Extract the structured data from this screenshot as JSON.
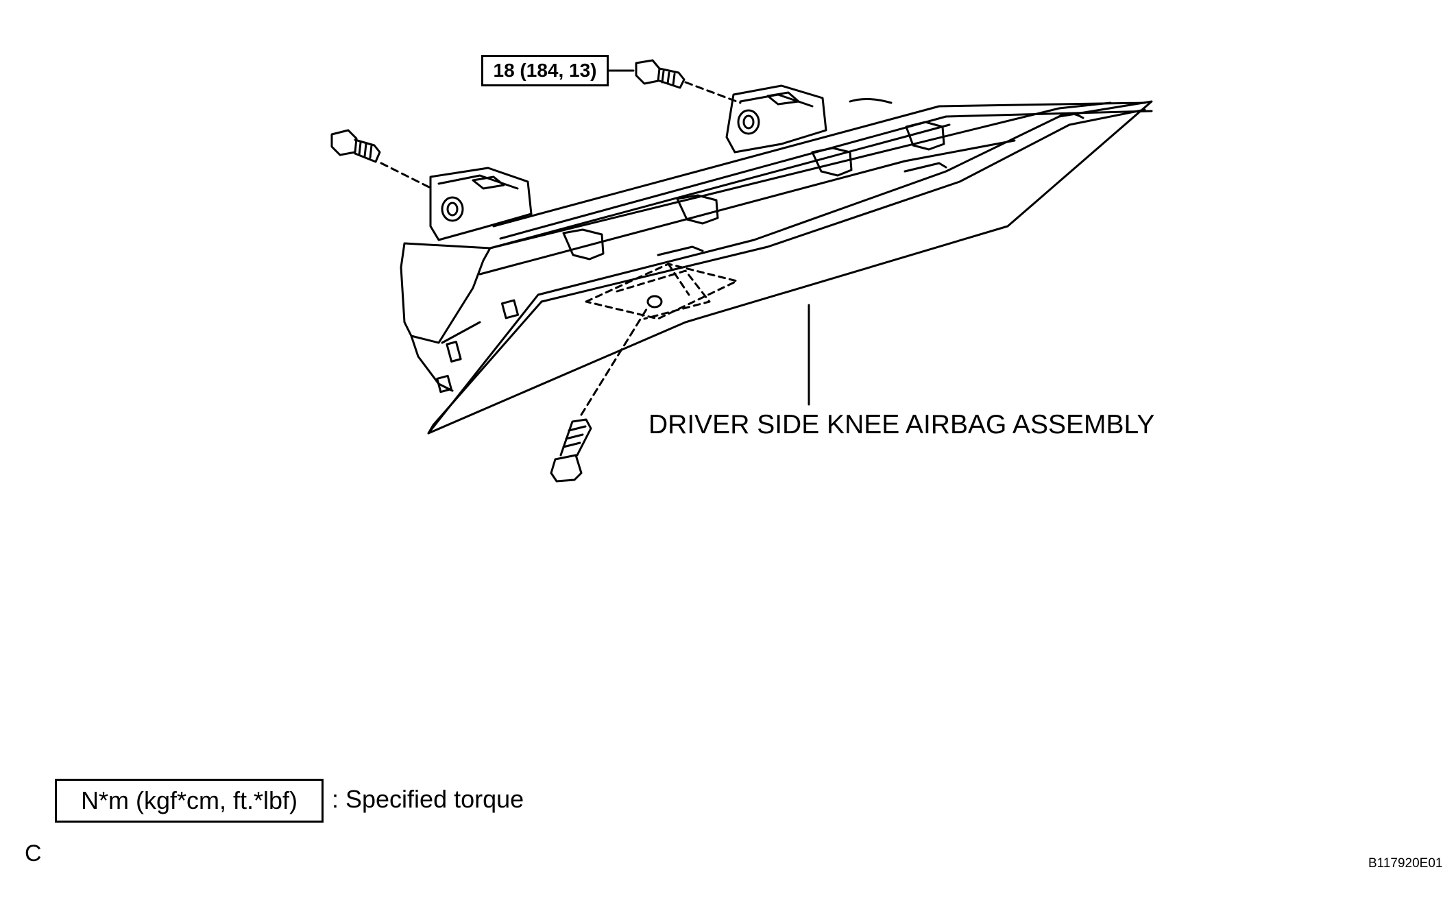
{
  "figure": {
    "torque_callout": "18 (184, 13)",
    "part_label": "DRIVER SIDE KNEE AIRBAG ASSEMBLY",
    "legend_box": "N*m (kgf*cm, ft.*lbf)",
    "legend_text": ": Specified torque",
    "corner_letter": "C",
    "figure_id": "B117920E01"
  },
  "colors": {
    "line": "#000000",
    "background": "#ffffff"
  }
}
